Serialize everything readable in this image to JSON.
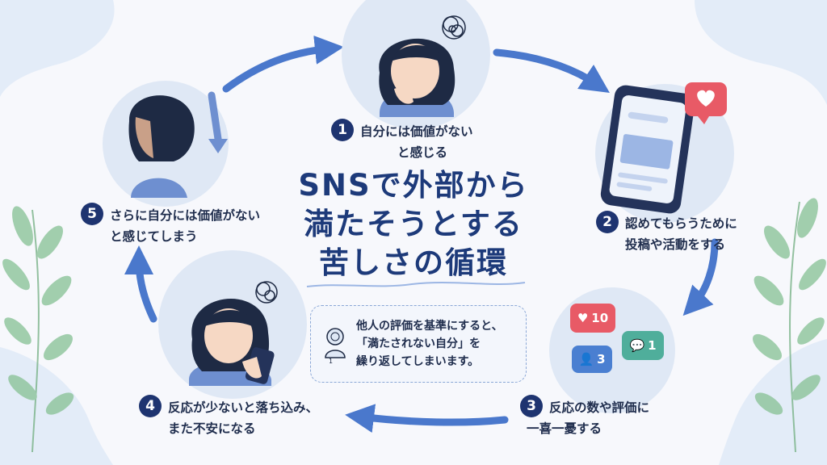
{
  "title": {
    "lines": [
      "SNSで外部から",
      "満たそうとする",
      "苦しさの循環"
    ]
  },
  "steps": [
    {
      "num": "1",
      "lines": [
        "自分には価値がない",
        "と感じる"
      ]
    },
    {
      "num": "2",
      "lines": [
        "認めてもらうために",
        "投稿や活動をする"
      ]
    },
    {
      "num": "3",
      "lines": [
        "反応の数や評価に",
        "一喜一憂する"
      ]
    },
    {
      "num": "4",
      "lines": [
        "反応が少ないと落ち込み、",
        "また不安になる"
      ]
    },
    {
      "num": "5",
      "lines": [
        "さらに自分には価値がない",
        "と感じてしまう"
      ]
    }
  ],
  "callout": {
    "icon_label": "1",
    "lines": [
      "他人の評価を基準にすると、",
      "「満たされない自分」を",
      "繰り返してしまいます。"
    ]
  },
  "badges": {
    "likes": "10",
    "comments": "1",
    "followers": "3"
  },
  "colors": {
    "navy": "#1e3470",
    "arrow": "#4a78cc",
    "circle": "#dfe8f5",
    "leaf": "#8cc49a",
    "like": "#e85a66",
    "comment": "#4fae9b",
    "follow": "#4a7fd1"
  },
  "icons": [
    "heart-icon",
    "chat-bubble-icon",
    "person-icon",
    "tangle-icon",
    "phone-icon"
  ]
}
